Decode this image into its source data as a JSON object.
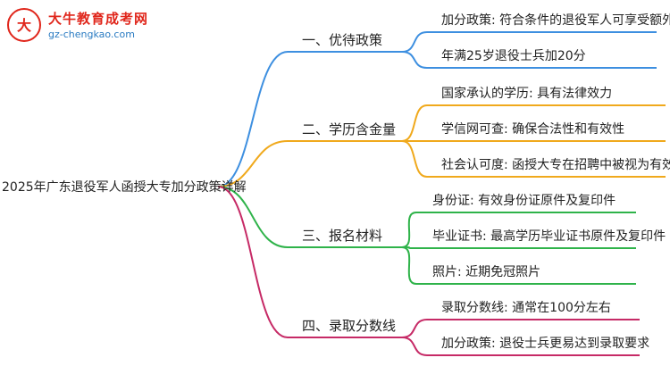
{
  "logo": {
    "name": "大牛教育成考网",
    "url": "gz-chengkao.com"
  },
  "root": "2025年广东退役军人函授大专加分政策详解",
  "branches": [
    {
      "label": "一、优待政策",
      "color": "#3d8fe0",
      "leaves": [
        "加分政策: 符合条件的退役军人可享受额外加分",
        "年满25岁退役士兵加20分"
      ]
    },
    {
      "label": "二、学历含金量",
      "color": "#f0a91c",
      "leaves": [
        "国家承认的学历: 具有法律效力",
        "学信网可查: 确保合法性和有效性",
        "社会认可度: 函授大专在招聘中被视为有效学历"
      ]
    },
    {
      "label": "三、报名材料",
      "color": "#2fb34a",
      "leaves": [
        "身份证: 有效身份证原件及复印件",
        "毕业证书: 最高学历毕业证书原件及复印件",
        "照片: 近期免冠照片"
      ]
    },
    {
      "label": "四、录取分数线",
      "color": "#c62a66",
      "leaves": [
        "录取分数线: 通常在100分左右",
        "加分政策: 退役士兵更易达到录取要求"
      ]
    }
  ]
}
